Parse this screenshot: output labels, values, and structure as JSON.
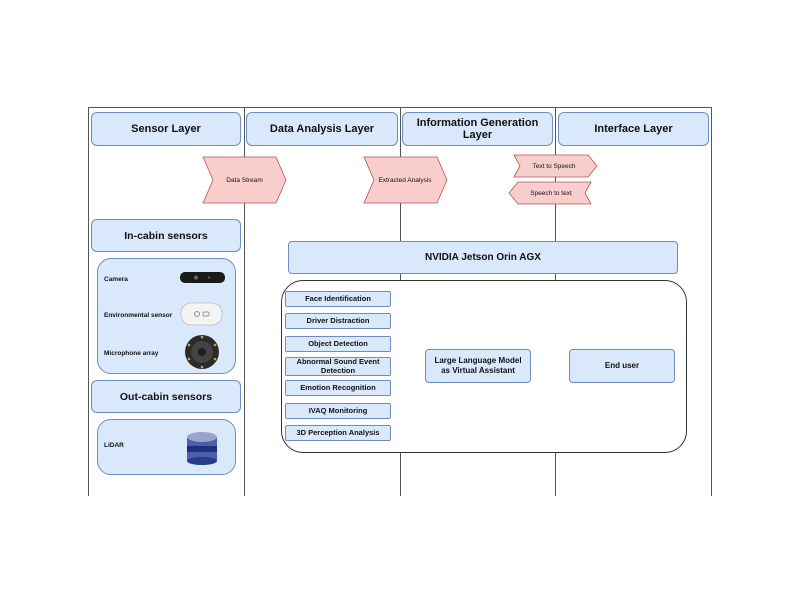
{
  "lanes": {
    "sensor": "Sensor Layer",
    "analysis": "Data Analysis Layer",
    "generation": "Information Generation Layer",
    "interface": "Interface Layer"
  },
  "arrows": {
    "data_stream": "Data Stream",
    "extracted_analysis": "Extracted Analysis",
    "text_to_speech": "Text to Speech",
    "speech_to_text": "Speech to text"
  },
  "in_cabin": {
    "title": "In-cabin sensors",
    "items": [
      {
        "label": "Camera"
      },
      {
        "label": "Environmental sensor"
      },
      {
        "label": "Microphone array"
      }
    ]
  },
  "out_cabin": {
    "title": "Out-cabin sensors",
    "items": [
      {
        "label": "LiDAR"
      }
    ]
  },
  "platform": "NVIDIA Jetson Orin AGX",
  "tasks": [
    "Face Identification",
    "Driver Distraction",
    "Object Detection",
    "Abnormal Sound Event Detection",
    "Emotion Recognition",
    "IVAQ Monitoring",
    "3D Perception Analysis"
  ],
  "llm": "Large Language Model as Virtual Assistant",
  "end_user": "End user",
  "colors": {
    "box_fill": "#dae8fc",
    "box_stroke": "#6c8ebf",
    "arrow_fill": "#f8cecc",
    "arrow_stroke": "#b85450"
  }
}
